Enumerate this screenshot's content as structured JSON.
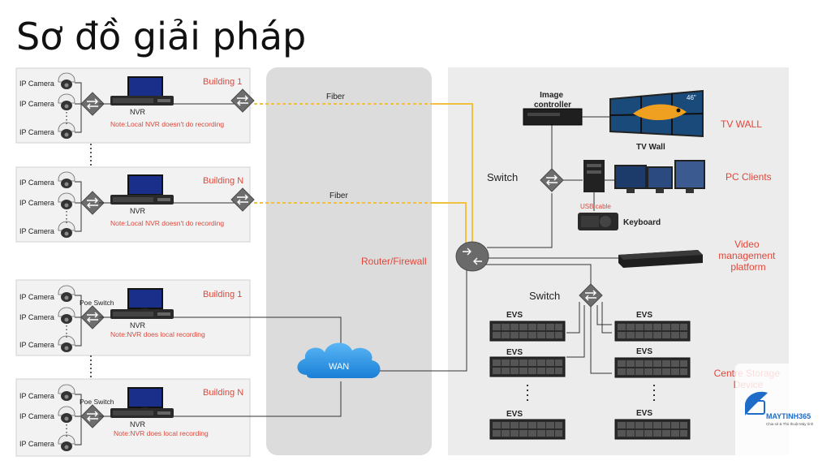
{
  "title": "Sơ đồ giải pháp",
  "buildings": [
    {
      "name": "Building 1",
      "nvr": "NVR",
      "note": "Note:Local NVR doesn't do recording",
      "switch": ""
    },
    {
      "name": "Building N",
      "nvr": "NVR",
      "note": "Note:Local NVR doesn't do recording",
      "switch": ""
    },
    {
      "name": "Building 1",
      "nvr": "NVR",
      "note": "Note:NVR does local recording",
      "switch": "Poe Switch"
    },
    {
      "name": "Building N",
      "nvr": "NVR",
      "note": "Note:NVR does local recording",
      "switch": "Poe Switch"
    }
  ],
  "camera_label": "IP Camera",
  "fiber_label": "Fiber",
  "wan_label": "WAN",
  "router_label": "Router/Firewall",
  "switch_label": "Switch",
  "image_controller_label": "Image controller",
  "tv_wall_label": "TV Wall",
  "tv_wall_side_label": "TV WALL",
  "tv_size_label": "46\"",
  "pc_clients_label": "PC Clients",
  "usb_cable_label": "USB cable",
  "keyboard_label": "Keyboard",
  "vmp_label": [
    "Video",
    "management",
    "platform"
  ],
  "evs_label": "EVS",
  "storage_label": [
    "Centre Storage",
    "Device"
  ],
  "logo_text": "MAYTINH365",
  "logo_sub": "Chia sẻ & Thủ thuật Máy tính",
  "colors": {
    "accent_red": "#e0473a",
    "fiber": "#f0c040",
    "wan_cloud": "#2b8fe0",
    "panel_gray": "#ebebeb",
    "mid_gray": "#dddddd"
  }
}
